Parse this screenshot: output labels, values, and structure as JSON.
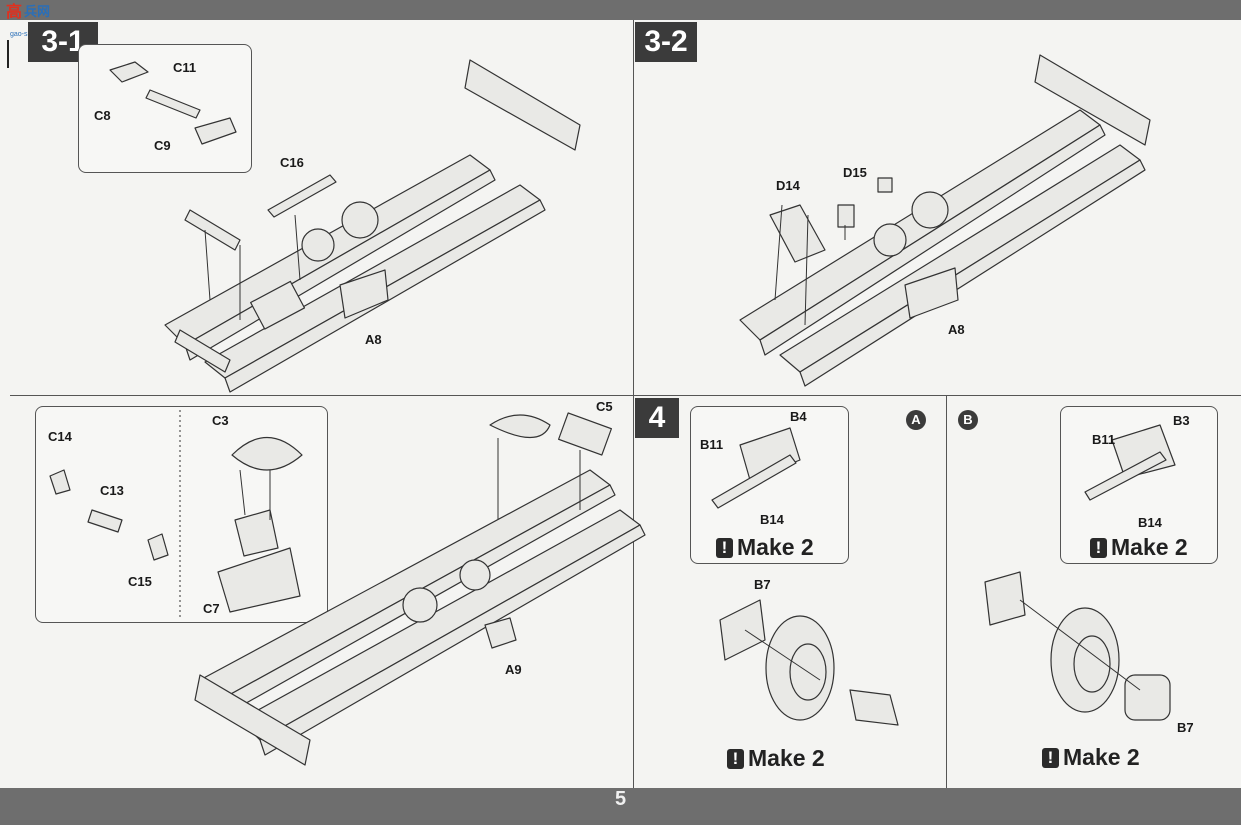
{
  "page_number": "5",
  "watermark": {
    "glyph": "高",
    "brand": "兵网",
    "url": "gao-shan.com"
  },
  "steps": {
    "s3_1": "3-1",
    "s3_2": "3-2",
    "s4": "4"
  },
  "variants": {
    "a": "A",
    "b": "B"
  },
  "make_label": "Make 2",
  "labels": {
    "c11": "C11",
    "c8": "C8",
    "c9": "C9",
    "c16": "C16",
    "a8_left": "A8",
    "d14": "D14",
    "d15": "D15",
    "a8_right": "A8",
    "c14": "C14",
    "c13": "C13",
    "c15": "C15",
    "c3": "C3",
    "c7": "C7",
    "c5": "C5",
    "a9": "A9",
    "b4": "B4",
    "b11_a": "B11",
    "b14_a": "B14",
    "b7_a": "B7",
    "b3": "B3",
    "b11_b": "B11",
    "b14_b": "B14",
    "b7_b": "B7"
  }
}
